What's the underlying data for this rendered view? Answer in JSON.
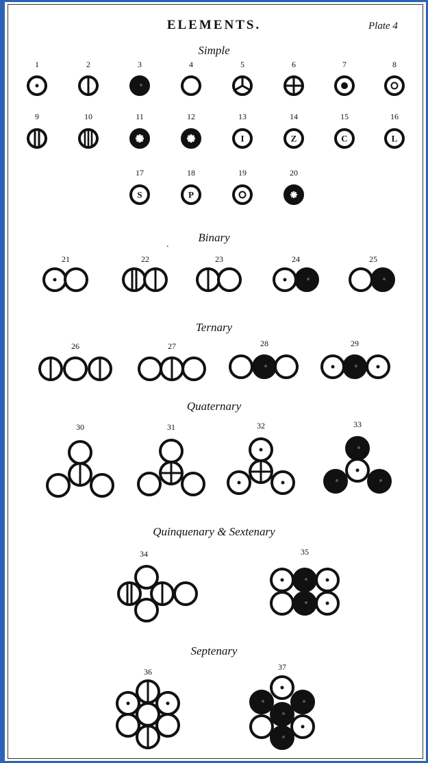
{
  "header": {
    "title": "ELEMENTS.",
    "plate": "Plate 4"
  },
  "sections": {
    "simple": "Simple",
    "binary": "Binary",
    "ternary": "Ternary",
    "quaternary": "Quaternary",
    "quinquenary_sextenary": "Quinquenary & Sextenary",
    "septenary": "Septenary"
  },
  "stray_mark": ".",
  "elements": [
    {
      "n": "1",
      "symbol": "dot"
    },
    {
      "n": "2",
      "symbol": "vertical-line"
    },
    {
      "n": "3",
      "symbol": "solid"
    },
    {
      "n": "4",
      "symbol": "empty"
    },
    {
      "n": "5",
      "symbol": "y-spokes"
    },
    {
      "n": "6",
      "symbol": "cross"
    },
    {
      "n": "7",
      "symbol": "filled-center"
    },
    {
      "n": "8",
      "symbol": "ring"
    },
    {
      "n": "9",
      "symbol": "two-bars"
    },
    {
      "n": "10",
      "symbol": "three-bars"
    },
    {
      "n": "11",
      "symbol": "white-star"
    },
    {
      "n": "12",
      "symbol": "white-star"
    },
    {
      "n": "13",
      "symbol": "letter-I"
    },
    {
      "n": "14",
      "symbol": "letter-Z"
    },
    {
      "n": "15",
      "symbol": "letter-C"
    },
    {
      "n": "16",
      "symbol": "letter-L"
    },
    {
      "n": "17",
      "symbol": "letter-S"
    },
    {
      "n": "18",
      "symbol": "letter-P"
    },
    {
      "n": "19",
      "symbol": "ring"
    },
    {
      "n": "20",
      "symbol": "star"
    }
  ],
  "compounds": [
    {
      "n": "21",
      "group": "binary"
    },
    {
      "n": "22",
      "group": "binary"
    },
    {
      "n": "23",
      "group": "binary"
    },
    {
      "n": "24",
      "group": "binary"
    },
    {
      "n": "25",
      "group": "binary"
    },
    {
      "n": "26",
      "group": "ternary"
    },
    {
      "n": "27",
      "group": "ternary"
    },
    {
      "n": "28",
      "group": "ternary"
    },
    {
      "n": "29",
      "group": "ternary"
    },
    {
      "n": "30",
      "group": "quaternary"
    },
    {
      "n": "31",
      "group": "quaternary"
    },
    {
      "n": "32",
      "group": "quaternary"
    },
    {
      "n": "33",
      "group": "quaternary"
    },
    {
      "n": "34",
      "group": "quinquenary"
    },
    {
      "n": "35",
      "group": "sextenary"
    },
    {
      "n": "36",
      "group": "septenary"
    },
    {
      "n": "37",
      "group": "septenary"
    }
  ],
  "colors": {
    "frame": "#2b63b6",
    "ink": "#111111",
    "paper": "#ffffff"
  }
}
